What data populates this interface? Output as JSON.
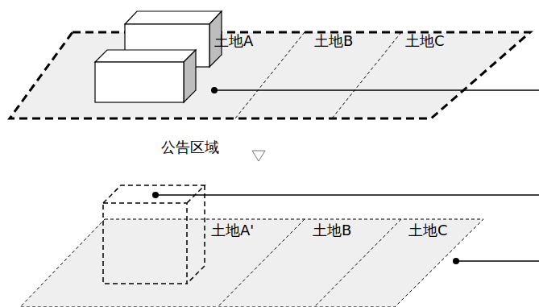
{
  "diagram": {
    "labels": [
      "土地A",
      "土地B",
      "土地C",
      "公告区域",
      "土地A'",
      "土地B",
      "土地C"
    ]
  }
}
